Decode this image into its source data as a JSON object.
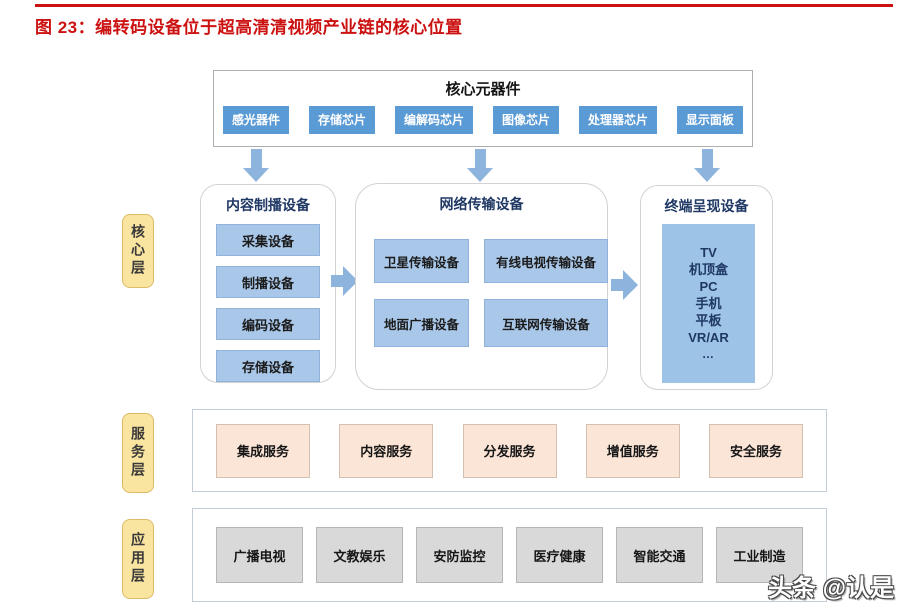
{
  "figure": {
    "title": "图 23：编转码设备位于超高清清视频产业链的核心位置"
  },
  "components": {
    "title": "核心元器件",
    "items": [
      "感光器件",
      "存储芯片",
      "编解码芯片",
      "图像芯片",
      "处理器芯片",
      "显示面板"
    ]
  },
  "layers": {
    "core": {
      "label": "核心层"
    },
    "service": {
      "label": "服务层"
    },
    "application": {
      "label": "应用层"
    }
  },
  "groups": {
    "content": {
      "title": "内容制播设备",
      "items": [
        "采集设备",
        "制播设备",
        "编码设备",
        "存储设备"
      ]
    },
    "network": {
      "title": "网络传输设备",
      "items": [
        "卫星传输设备",
        "有线电视传输设备",
        "地面广播设备",
        "互联网传输设备"
      ]
    },
    "terminal": {
      "title": "终端呈现设备",
      "items": [
        "TV",
        "机顶盒",
        "PC",
        "手机",
        "平板",
        "VR/AR",
        "…"
      ]
    }
  },
  "service": {
    "items": [
      "集成服务",
      "内容服务",
      "分发服务",
      "增值服务",
      "安全服务"
    ]
  },
  "application": {
    "items": [
      "广播电视",
      "文教娱乐",
      "安防监控",
      "医疗健康",
      "智能交通",
      "工业制造"
    ]
  },
  "watermark": {
    "text": "头条 @认是"
  },
  "colors": {
    "title_red": "#cc1111",
    "chip_blue": "#5b9bd5",
    "item_blue": "#a9c7e8",
    "terminal_blue": "#9dc3e6",
    "navy_text": "#1f3864",
    "layer_yellow": "#f9e4a0",
    "service_pink": "#fbe5d6",
    "app_gray": "#d9d9d9",
    "arrow_blue": "#8db4dd"
  }
}
